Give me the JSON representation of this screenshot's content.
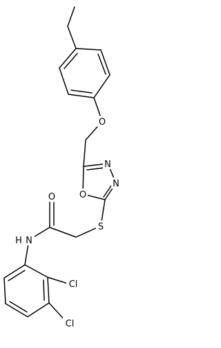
{
  "atoms": {
    "O_ether": "O",
    "O_ring": "O",
    "N_ring_1": "N",
    "N_ring_2": "N",
    "S": "S",
    "O_carbonyl": "O",
    "N_amide": "N",
    "H_amide": "H",
    "Cl_1": "Cl",
    "Cl_2": "Cl"
  },
  "colors": {
    "bond": "#000000",
    "label": "#000000",
    "background": "#ffffff"
  }
}
